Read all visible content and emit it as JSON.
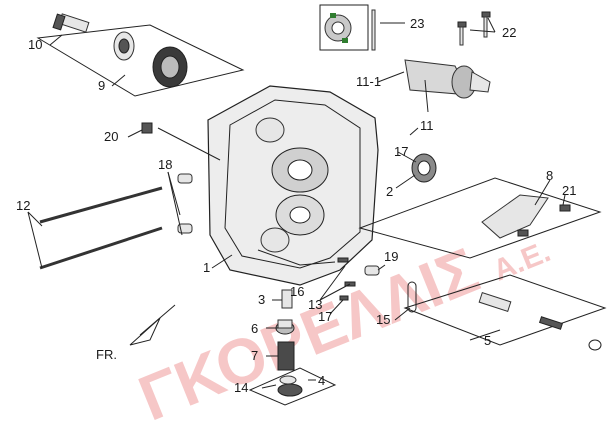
{
  "watermark": {
    "main": "ΓΚΟΡΕΛΛΙΣ",
    "suffix": "Α.Ε.",
    "color": "#f3b5b5"
  },
  "direction_label": "FR.",
  "callouts": [
    "10",
    "9",
    "20",
    "18",
    "12",
    "1",
    "3",
    "6",
    "7",
    "14",
    "4",
    "13",
    "16",
    "17",
    "15",
    "5",
    "19",
    "2",
    "17",
    "11",
    "11-1",
    "23",
    "22",
    "8",
    "21"
  ]
}
